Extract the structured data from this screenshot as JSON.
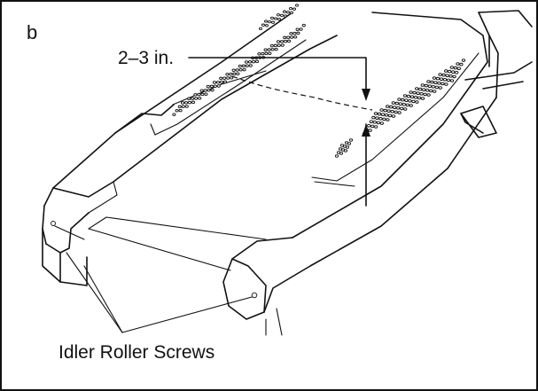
{
  "figure": {
    "panel_label": "b",
    "gap_label": "2–3 in.",
    "screws_label": "Idler Roller Screws"
  },
  "icons": {
    "illustration": "treadmill-deck-illustration",
    "gap_arrow": "double-arrow-icon",
    "screw": "screw-icon"
  }
}
